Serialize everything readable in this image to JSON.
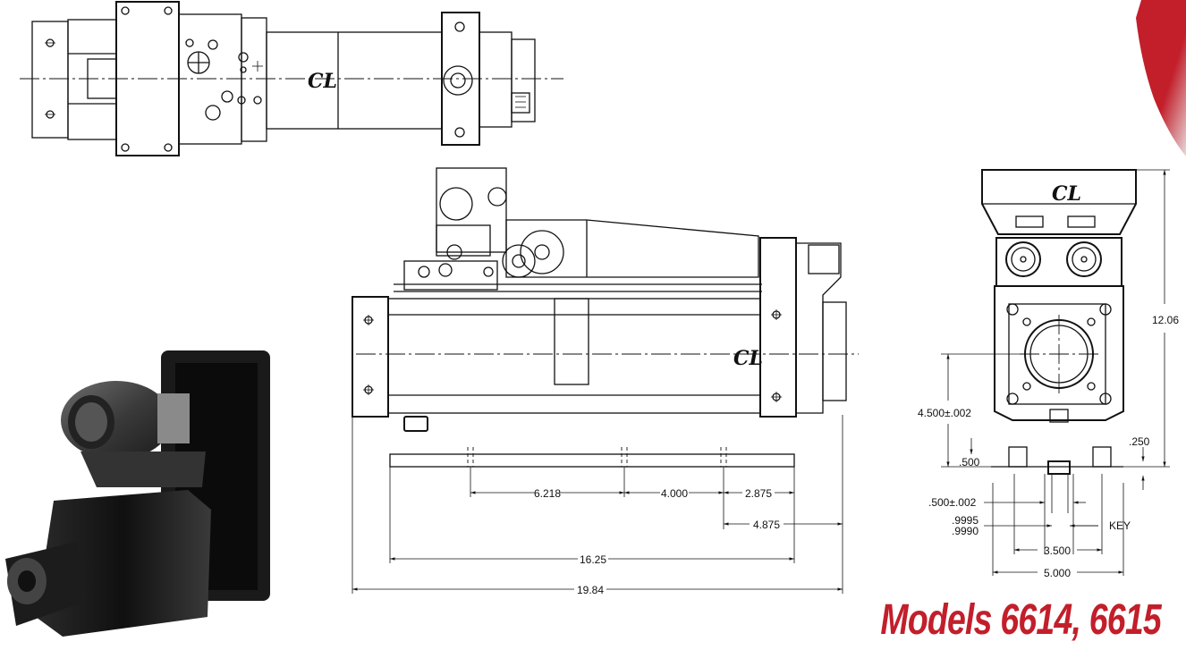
{
  "title": "Models 6614, 6615",
  "centerline_symbol": "CL",
  "colors": {
    "brand_red": "#c21f2b",
    "line": "#111111"
  },
  "side_view_dimensions": {
    "d_6218": "6.218",
    "d_4000": "4.000",
    "d_2875": "2.875",
    "d_4875": "4.875",
    "d_1625": "16.25",
    "d_1984": "19.84"
  },
  "end_view_dimensions": {
    "height": "12.06",
    "center_height": "4.500±.002",
    "base": ".500",
    "key_offset": ".250",
    "slot_width": ".500±.002",
    "bore_upper": ".9995",
    "bore_lower": ".9990",
    "key": "KEY",
    "spacing_inner": "3.500",
    "spacing_outer": "5.000"
  }
}
